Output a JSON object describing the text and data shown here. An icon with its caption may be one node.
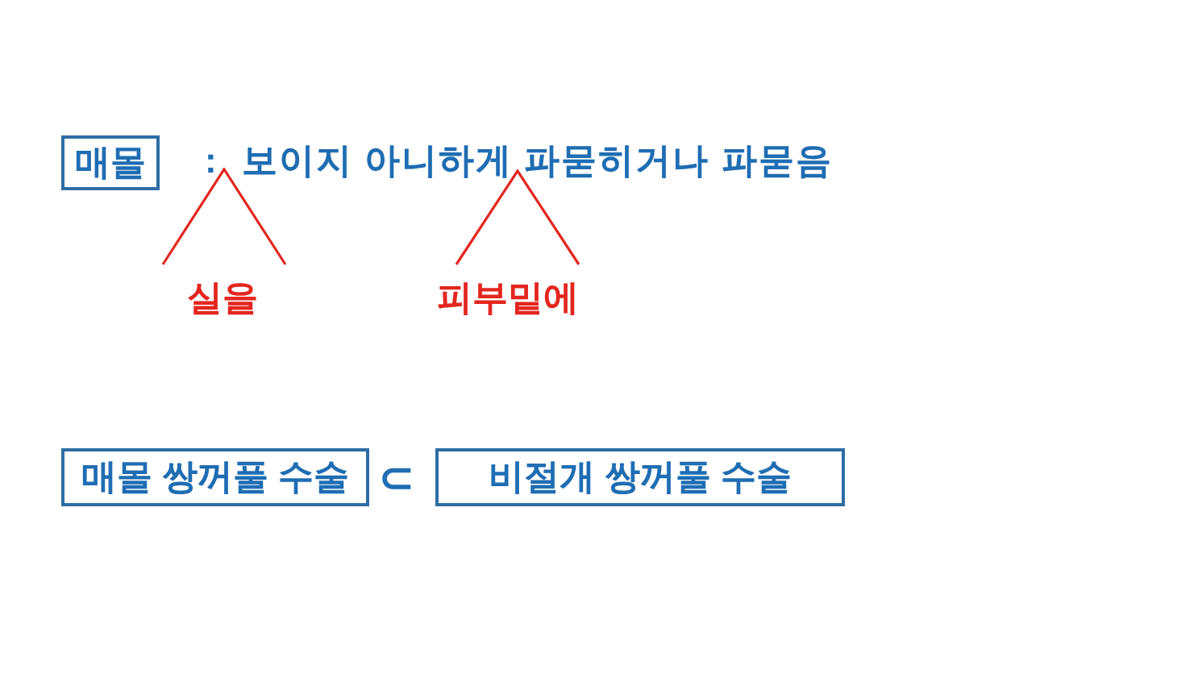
{
  "diagram": {
    "nodes": [
      {
        "text": [
          "매몰"
        ]
      },
      {
        "text": [
          "매몰 쌍꺼풀 수술"
        ]
      },
      {
        "text": [
          "비절개 쌍꺼풀 수술"
        ]
      }
    ],
    "labels": [
      ":",
      "보이지 아니하게 파묻히거나 파묻음",
      "실을",
      "피부밑에",
      "⊂"
    ]
  }
}
